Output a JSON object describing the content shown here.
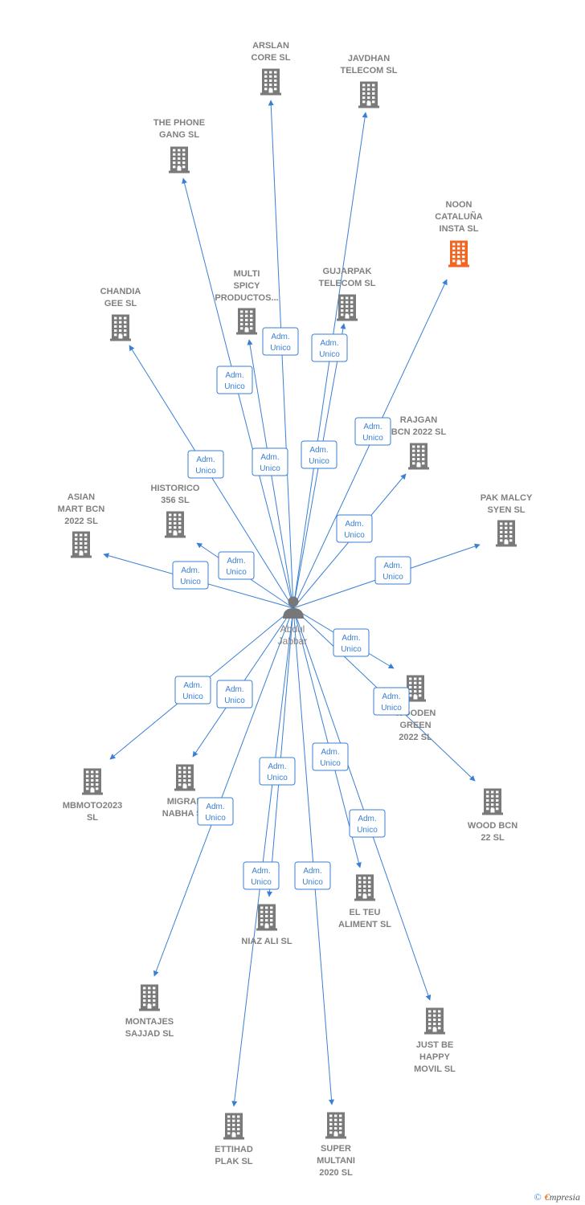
{
  "colors": {
    "edge": "#3a7fd5",
    "building": "#7a7a7a",
    "building_highlight": "#f26522",
    "person": "#777777"
  },
  "center": {
    "name": "person-abdul-jabbar",
    "label": [
      "Abdul",
      "Jabbar"
    ]
  },
  "edge_label": [
    "Adm.",
    "Unico"
  ],
  "nodes": [
    {
      "name": "node-arslan-core",
      "label": [
        "ARSLAN",
        "CORE  SL"
      ],
      "highlight": false
    },
    {
      "name": "node-javdhan-telecom",
      "label": [
        "JAVDHAN",
        "TELECOM SL"
      ],
      "highlight": false
    },
    {
      "name": "node-the-phone-gang",
      "label": [
        "THE PHONE",
        "GANG  SL"
      ],
      "highlight": false
    },
    {
      "name": "node-noon-cataluna-insta",
      "label": [
        "NOON",
        "CATALUÑA",
        "INSTA  SL"
      ],
      "highlight": true
    },
    {
      "name": "node-multi-spicy-productos",
      "label": [
        "MULTI",
        "SPICY",
        "PRODUCTOS..."
      ],
      "highlight": false
    },
    {
      "name": "node-gujarpak-telecom",
      "label": [
        "GUJARPAK",
        "TELECOM SL"
      ],
      "highlight": false
    },
    {
      "name": "node-chandia-gee",
      "label": [
        "CHANDIA",
        "GEE  SL"
      ],
      "highlight": false
    },
    {
      "name": "node-rajgan-bcn-2022",
      "label": [
        "RAJGAN",
        "BCN 2022  SL"
      ],
      "highlight": false
    },
    {
      "name": "node-asian-mart-bcn-2022",
      "label": [
        "ASIAN",
        "MART BCN",
        "2022  SL"
      ],
      "highlight": false
    },
    {
      "name": "node-historico-356",
      "label": [
        "HISTORICO",
        "356  SL"
      ],
      "highlight": false
    },
    {
      "name": "node-pak-malcy-syen",
      "label": [
        "PAK MALCY",
        "SYEN  SL"
      ],
      "highlight": false
    },
    {
      "name": "node-wooden-green-2022",
      "label": [
        "WOODEN",
        "GREEN",
        "2022  SL"
      ],
      "highlight": false
    },
    {
      "name": "node-wood-bcn-22",
      "label": [
        "WOOD BCN",
        "22  SL"
      ],
      "highlight": false
    },
    {
      "name": "node-mbmoto2023",
      "label": [
        "MBMOTO2023",
        "SL"
      ],
      "highlight": false
    },
    {
      "name": "node-migran-nabha",
      "label": [
        "MIGRAN",
        "NABHA  SL"
      ],
      "highlight": false
    },
    {
      "name": "node-niaz-ali",
      "label": [
        "NIAZ ALI  SL"
      ],
      "highlight": false
    },
    {
      "name": "node-el-teu-aliment",
      "label": [
        "EL TEU",
        "ALIMENT  SL"
      ],
      "highlight": false
    },
    {
      "name": "node-montajes-sajjad",
      "label": [
        "MONTAJES",
        "SAJJAD SL"
      ],
      "highlight": false
    },
    {
      "name": "node-just-be-happy-movil",
      "label": [
        "JUST BE",
        "HAPPY",
        "MOVIL  SL"
      ],
      "highlight": false
    },
    {
      "name": "node-ettihad-plak",
      "label": [
        "ETTIHAD",
        "PLAK  SL"
      ],
      "highlight": false
    },
    {
      "name": "node-super-multani-2020",
      "label": [
        "SUPER",
        "MULTANI",
        "2020  SL"
      ],
      "highlight": false
    }
  ],
  "footer": {
    "copyright": "©",
    "brand_initial": "€",
    "brand_rest": "mpresia"
  }
}
